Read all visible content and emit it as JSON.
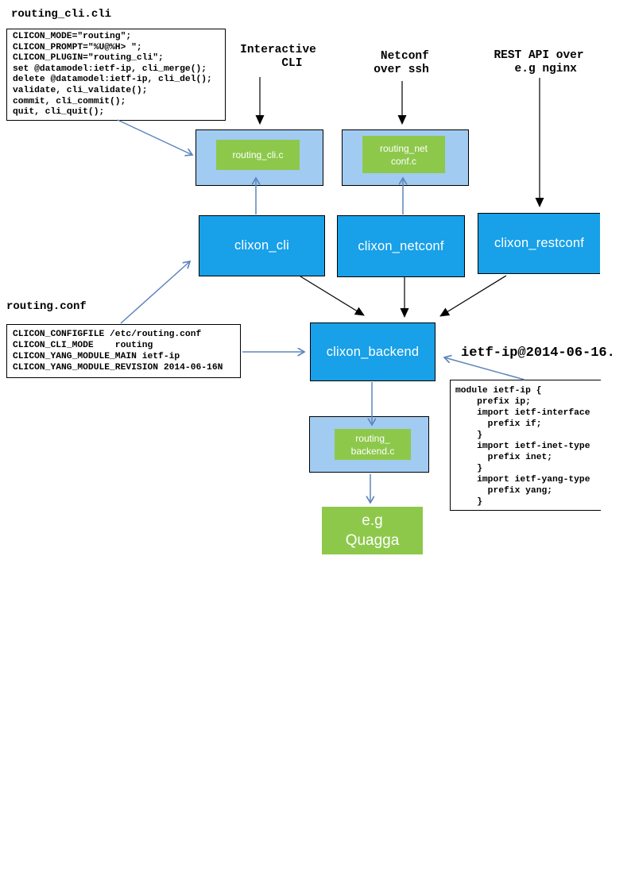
{
  "cli_file": {
    "title": "routing_cli.cli",
    "code": "CLICON_MODE=\"routing\";\nCLICON_PROMPT=\"%U@%H> \";\nCLICON_PLUGIN=\"routing_cli\";\nset @datamodel:ietf-ip, cli_merge();\ndelete @datamodel:ietf-ip, cli_del();\nvalidate, cli_validate();\ncommit, cli_commit();\nquit, cli_quit();"
  },
  "conf_file": {
    "title": "routing.conf",
    "code": "CLICON_CONFIGFILE /etc/routing.conf\nCLICON_CLI_MODE    routing\nCLICON_YANG_MODULE_MAIN ietf-ip\nCLICON_YANG_MODULE_REVISION 2014-06-16N"
  },
  "yang_file": {
    "title": "ietf-ip@2014-06-16.",
    "code": "module ietf-ip {\n    prefix ip;\n    import ietf-interface\n      prefix if;\n    }\n    import ietf-inet-type\n      prefix inet;\n    }\n    import ietf-yang-type\n      prefix yang;\n    }"
  },
  "access_labels": {
    "interactive_cli": "Interactive\n    CLI",
    "netconf": " Netconf\nover ssh",
    "restconf": "REST API over\n  e.g nginx"
  },
  "plugins": {
    "cli_plugin": "routing_cli.c",
    "netconf_plugin": "routing_net\nconf.c",
    "backend_plugin": "routing_\nbackend.c"
  },
  "processes": {
    "cli": "clixon_cli",
    "netconf": "clixon_netconf",
    "restconf": "clixon_restconf",
    "backend": "clixon_backend"
  },
  "external": {
    "router": "e.g\nQuagga"
  },
  "colors": {
    "process_blue": "#18A0E8",
    "plugin_container_blue": "#A1CBF1",
    "plugin_green": "#8DC84B",
    "arrow_blue": "#5E85BB",
    "arrow_black": "#000000",
    "text_white": "#ffffff"
  }
}
